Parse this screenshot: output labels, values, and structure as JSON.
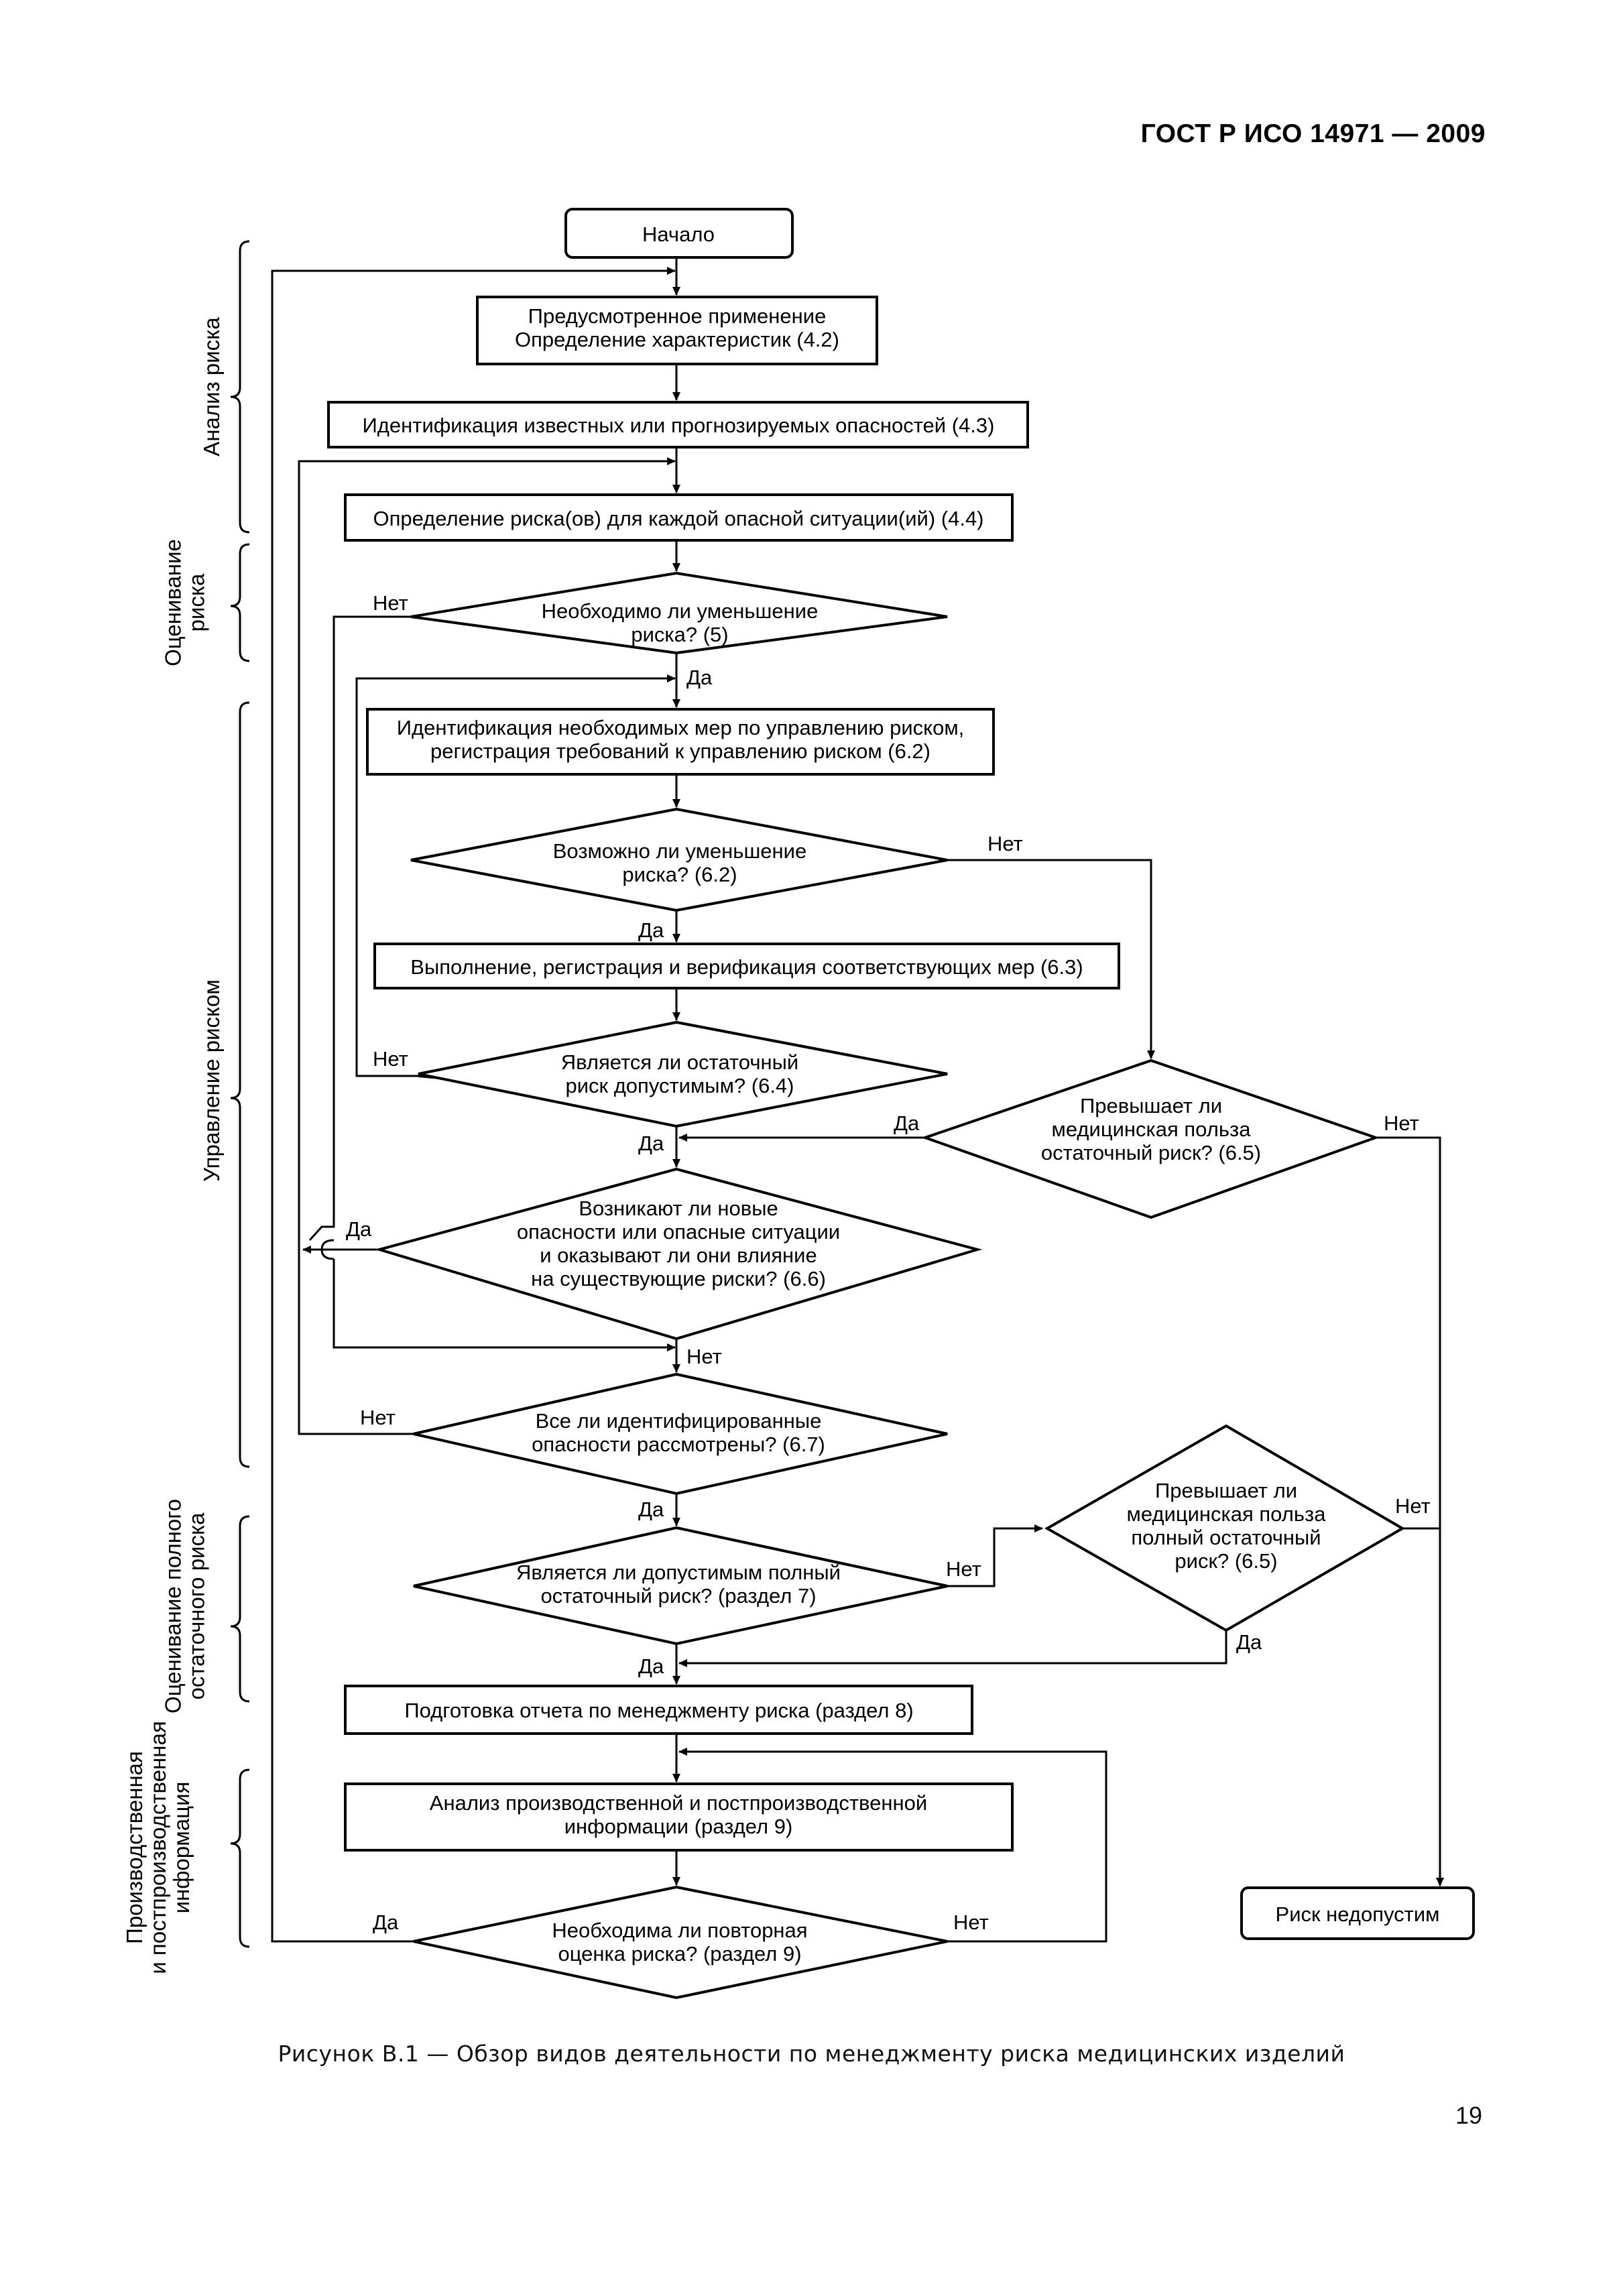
{
  "document": {
    "header": "ГОСТ Р ИСО 14971 — 2009",
    "caption": "Рисунок В.1 — Обзор видов деятельности по менеджменту риска медицинских изделий",
    "page_number": "19"
  },
  "flowchart": {
    "nodes": {
      "start": [
        "Начало"
      ],
      "intended_use": [
        "Предусмотренное применение",
        "Определение характеристик (4.2)"
      ],
      "hazard_id": [
        "Идентификация известных или прогнозируемых опасностей (4.3)"
      ],
      "risk_estimation": [
        "Определение риска(ов) для каждой опасной ситуации(ий) (4.4)"
      ],
      "risk_reduction_needed": [
        "Необходимо ли уменьшение",
        "риска? (5)"
      ],
      "control_measures_id": [
        "Идентификация необходимых мер по управлению риском,",
        "регистрация требований к управлению риском (6.2)"
      ],
      "reduction_possible": [
        "Возможно ли уменьшение",
        "риска? (6.2)"
      ],
      "implementation": [
        "Выполнение, регистрация и верификация соответствующих мер (6.3)"
      ],
      "residual_acceptable": [
        "Является ли остаточный",
        "риск допустимым? (6.4)"
      ],
      "benefit_outweighs_residual": [
        "Превышает ли",
        "медицинская польза",
        "остаточный риск? (6.5)"
      ],
      "new_hazards": [
        "Возникают ли новые",
        "опасности или опасные ситуации",
        "и оказывают ли они влияние",
        "на существующие риски? (6.6)"
      ],
      "all_hazards_considered": [
        "Все ли идентифицированные",
        "опасности рассмотрены? (6.7)"
      ],
      "overall_residual_acceptable": [
        "Является ли допустимым полный",
        "остаточный риск? (раздел 7)"
      ],
      "benefit_outweighs_overall": [
        "Превышает ли",
        "медицинская польза",
        "полный остаточный",
        "риск? (6.5)"
      ],
      "report": [
        "Подготовка отчета по менеджменту риска (раздел 8)"
      ],
      "production_info": [
        "Анализ производственной и постпроизводственной",
        "информации (раздел 9)"
      ],
      "reassessment_needed": [
        "Необходима ли повторная",
        "оценка риска? (раздел 9)"
      ],
      "unacceptable": [
        "Риск недопустим"
      ]
    },
    "edge_labels": {
      "no_5": "Нет",
      "yes_5": "Да",
      "no_62": "Нет",
      "yes_62": "Да",
      "no_64": "Нет",
      "yes_64": "Да",
      "yes_65": "Да",
      "no_65": "Нет",
      "yes_66": "Да",
      "no_66": "Нет",
      "no_67": "Нет",
      "yes_67": "Да",
      "no_7": "Нет",
      "no_65b": "Нет",
      "yes_65b": "Да",
      "yes_7": "Да",
      "yes_9": "Да",
      "no_9": "Нет"
    },
    "sections": {
      "risk_analysis": [
        "Анализ риска"
      ],
      "risk_evaluation": [
        "Оценивание",
        "риска"
      ],
      "risk_control": [
        "Управление риском"
      ],
      "overall_evaluation": [
        "Оценивание полного",
        "остаточного риска"
      ],
      "production_information": [
        "Производственная",
        "и постпроизводственная",
        "информация"
      ]
    }
  }
}
